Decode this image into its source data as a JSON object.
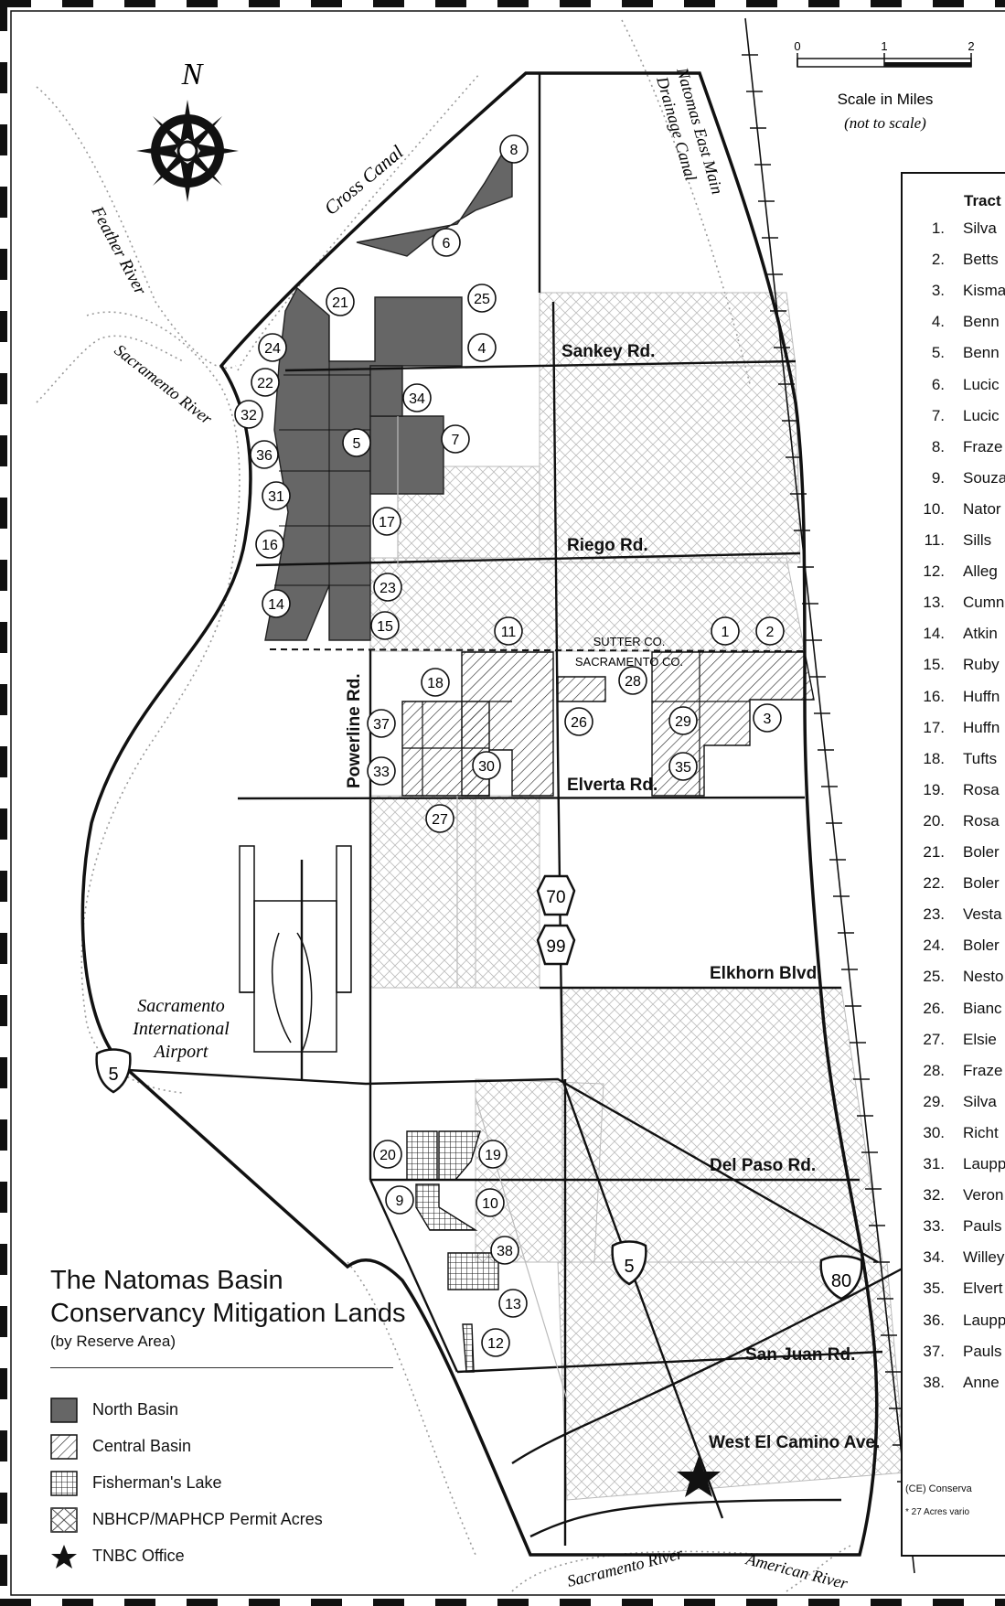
{
  "map": {
    "title_line1": "The Natomas Basin",
    "title_line2": "Conservancy Mitigation Lands",
    "subtitle": "(by Reserve Area)",
    "north_label": "N",
    "scale": {
      "label": "Scale in Miles",
      "note": "(not to scale)",
      "ticks": [
        "0",
        "1",
        "2"
      ]
    },
    "water": {
      "cross_canal": "Cross Canal",
      "feather_river": "Feather River",
      "sacramento_river_north": "Sacramento River",
      "sacramento_river_south": "Sacramento River",
      "american_river": "American River",
      "drainage_canal_line1": "Natomas East Main",
      "drainage_canal_line2": "Drainage Canal"
    },
    "roads": {
      "sankey": "Sankey Rd.",
      "riego": "Riego Rd.",
      "elverta": "Elverta Rd.",
      "elkhorn": "Elkhorn Blvd.",
      "del_paso": "Del Paso Rd.",
      "san_juan": "San Juan Rd.",
      "west_el_camino": "West El Camino Ave.",
      "powerline": "Powerline Rd."
    },
    "county_line": {
      "north": "SUTTER CO.",
      "south": "SACRAMENTO CO."
    },
    "airport": [
      "Sacramento",
      "International",
      "Airport"
    ],
    "highways": {
      "i5_west": "5",
      "i5_south": "5",
      "sr70": "70",
      "sr99": "99",
      "i80": "80"
    },
    "tract_markers": [
      "1",
      "2",
      "3",
      "4",
      "5",
      "6",
      "7",
      "8",
      "9",
      "10",
      "11",
      "12",
      "13",
      "14",
      "15",
      "16",
      "17",
      "18",
      "19",
      "20",
      "21",
      "22",
      "23",
      "24",
      "25",
      "26",
      "27",
      "28",
      "29",
      "30",
      "31",
      "32",
      "33",
      "34",
      "35",
      "36",
      "37",
      "38"
    ]
  },
  "legend": {
    "items": [
      {
        "label": "North Basin",
        "fill": "#666666"
      },
      {
        "label": "Central Basin",
        "fill": "hatch"
      },
      {
        "label": "Fisherman's Lake",
        "fill": "grid"
      },
      {
        "label": "NBHCP/MAPHCP Permit Acres",
        "fill": "crosshatch"
      },
      {
        "label": "TNBC Office",
        "fill": "star"
      }
    ]
  },
  "tract_table": {
    "header": "Tract",
    "rows": [
      {
        "num": "1.",
        "name": "Silva"
      },
      {
        "num": "2.",
        "name": "Betts"
      },
      {
        "num": "3.",
        "name": "Kisma"
      },
      {
        "num": "4.",
        "name": "Benn"
      },
      {
        "num": "5.",
        "name": "Benn"
      },
      {
        "num": "6.",
        "name": "Lucic"
      },
      {
        "num": "7.",
        "name": "Lucic"
      },
      {
        "num": "8.",
        "name": "Fraze"
      },
      {
        "num": "9.",
        "name": "Souza"
      },
      {
        "num": "10.",
        "name": "Nator"
      },
      {
        "num": "11.",
        "name": "Sills"
      },
      {
        "num": "12.",
        "name": "Alleg"
      },
      {
        "num": "13.",
        "name": "Cumn"
      },
      {
        "num": "14.",
        "name": "Atkin"
      },
      {
        "num": "15.",
        "name": "Ruby"
      },
      {
        "num": "16.",
        "name": "Huffn"
      },
      {
        "num": "17.",
        "name": "Huffn"
      },
      {
        "num": "18.",
        "name": "Tufts"
      },
      {
        "num": "19.",
        "name": "Rosa"
      },
      {
        "num": "20.",
        "name": "Rosa"
      },
      {
        "num": "21.",
        "name": "Boler"
      },
      {
        "num": "22.",
        "name": "Boler"
      },
      {
        "num": "23.",
        "name": "Vesta"
      },
      {
        "num": "24.",
        "name": "Boler"
      },
      {
        "num": "25.",
        "name": "Nesto"
      },
      {
        "num": "26.",
        "name": "Bianc"
      },
      {
        "num": "27.",
        "name": "Elsie"
      },
      {
        "num": "28.",
        "name": "Fraze"
      },
      {
        "num": "29.",
        "name": "Silva"
      },
      {
        "num": "30.",
        "name": "Richt"
      },
      {
        "num": "31.",
        "name": "Laupp"
      },
      {
        "num": "32.",
        "name": "Veron"
      },
      {
        "num": "33.",
        "name": "Pauls"
      },
      {
        "num": "34.",
        "name": "Willey"
      },
      {
        "num": "35.",
        "name": "Elvert"
      },
      {
        "num": "36.",
        "name": "Laupp"
      },
      {
        "num": "37.",
        "name": "Pauls"
      },
      {
        "num": "38.",
        "name": "Anne"
      }
    ],
    "footnote_1": "(CE) Conserva",
    "footnote_2": "* 27 Acres vario"
  }
}
